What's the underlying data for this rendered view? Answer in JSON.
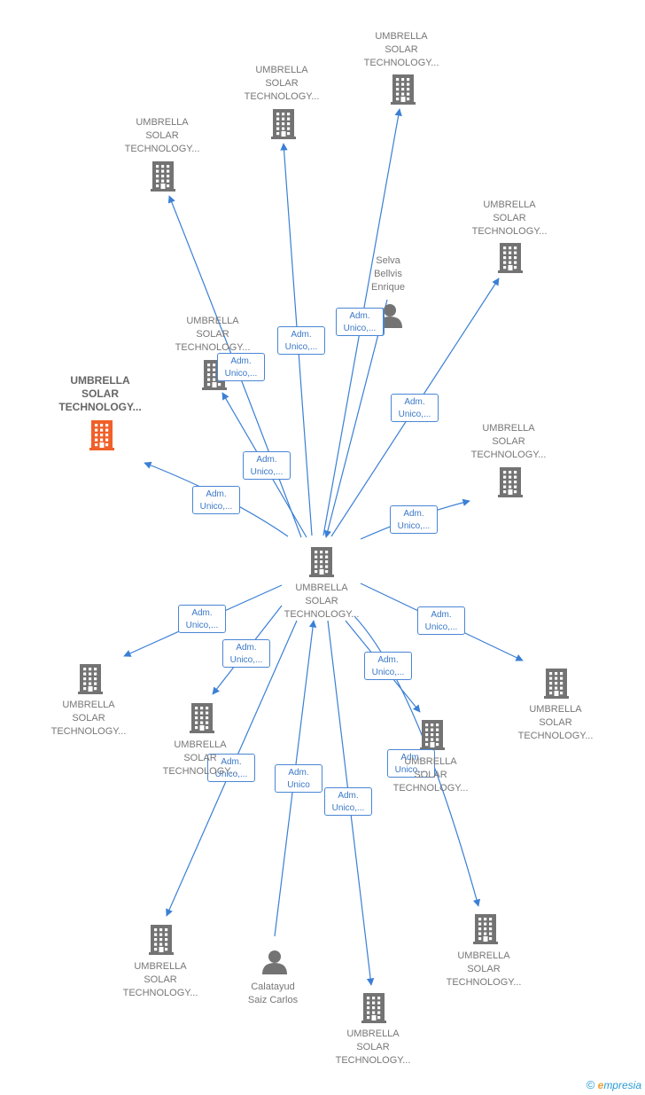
{
  "colors": {
    "edge": "#3a7fd5",
    "building": "#737373",
    "focus_building": "#f0602a",
    "person": "#737373"
  },
  "nodes": [
    {
      "id": "center",
      "type": "building",
      "label": "UMBRELLA\nSOLAR\nTECHNOLOGY..."
    },
    {
      "id": "focus",
      "type": "building_focus",
      "label": "UMBRELLA\nSOLAR\nTECHNOLOGY..."
    },
    {
      "id": "n1",
      "type": "building",
      "label": "UMBRELLA\nSOLAR\nTECHNOLOGY..."
    },
    {
      "id": "n2",
      "type": "building",
      "label": "UMBRELLA\nSOLAR\nTECHNOLOGY..."
    },
    {
      "id": "n3",
      "type": "building",
      "label": "UMBRELLA\nSOLAR\nTECHNOLOGY..."
    },
    {
      "id": "n4",
      "type": "building",
      "label": "UMBRELLA\nSOLAR\nTECHNOLOGY..."
    },
    {
      "id": "n5",
      "type": "building",
      "label": "UMBRELLA\nSOLAR\nTECHNOLOGY..."
    },
    {
      "id": "n6",
      "type": "building",
      "label": "UMBRELLA\nSOLAR\nTECHNOLOGY..."
    },
    {
      "id": "n7",
      "type": "building",
      "label": "UMBRELLA\nSOLAR\nTECHNOLOGY..."
    },
    {
      "id": "n8",
      "type": "building",
      "label": "UMBRELLA\nSOLAR\nTECHNOLOGY..."
    },
    {
      "id": "n9",
      "type": "building",
      "label": "UMBRELLA\nSOLAR\nTECHNOLOGY..."
    },
    {
      "id": "n10",
      "type": "building",
      "label": "UMBRELLA\nSOLAR\nTECHNOLOGY..."
    },
    {
      "id": "n11",
      "type": "building",
      "label": "UMBRELLA\nSOLAR\nTECHNOLOGY..."
    },
    {
      "id": "n12",
      "type": "building",
      "label": "UMBRELLA\nSOLAR\nTECHNOLOGY..."
    },
    {
      "id": "n13",
      "type": "building",
      "label": "UMBRELLA\nSOLAR\nTECHNOLOGY..."
    },
    {
      "id": "n14",
      "type": "building",
      "label": "UMBRELLA\nSOLAR\nTECHNOLOGY..."
    },
    {
      "id": "p1",
      "type": "person",
      "label": "Selva\nBellvis\nEnrique"
    },
    {
      "id": "p2",
      "type": "person",
      "label": "Calatayud\nSaiz Carlos"
    }
  ],
  "edges": [
    {
      "from": "center",
      "to": "n1",
      "label": "Adm.\nUnico,..."
    },
    {
      "from": "center",
      "to": "n2",
      "label": "Adm.\nUnico,..."
    },
    {
      "from": "center",
      "to": "n3",
      "label": "Adm.\nUnico,..."
    },
    {
      "from": "center",
      "to": "n4",
      "label": "Adm.\nUnico,..."
    },
    {
      "from": "center",
      "to": "n5",
      "label": "Adm.\nUnico,..."
    },
    {
      "from": "center",
      "to": "n6",
      "label": "Adm.\nUnico,..."
    },
    {
      "from": "center",
      "to": "focus",
      "label": "Adm.\nUnico,..."
    },
    {
      "from": "center",
      "to": "n7",
      "label": "Adm.\nUnico,..."
    },
    {
      "from": "center",
      "to": "n8",
      "label": "Adm.\nUnico,..."
    },
    {
      "from": "center",
      "to": "n9",
      "label": "Adm.\nUnico,..."
    },
    {
      "from": "center",
      "to": "n10",
      "label": "Adm.\nUnico,..."
    },
    {
      "from": "center",
      "to": "n11",
      "label": "Adm.\nUnico,..."
    },
    {
      "from": "center",
      "to": "n12",
      "label": "Adm.\nUnico,..."
    },
    {
      "from": "center",
      "to": "n13",
      "label": "Adm.\nUnico,..."
    },
    {
      "from": "center",
      "to": "n14",
      "label": "Adm.\nUnico,..."
    },
    {
      "from": "p1",
      "to": "center",
      "label": "Adm.\nUnico,..."
    },
    {
      "from": "p2",
      "to": "center",
      "label": "Adm.\nUnico"
    }
  ],
  "footer": {
    "copyright": "©",
    "brand_initial": "e",
    "brand_rest": "mpresia"
  }
}
